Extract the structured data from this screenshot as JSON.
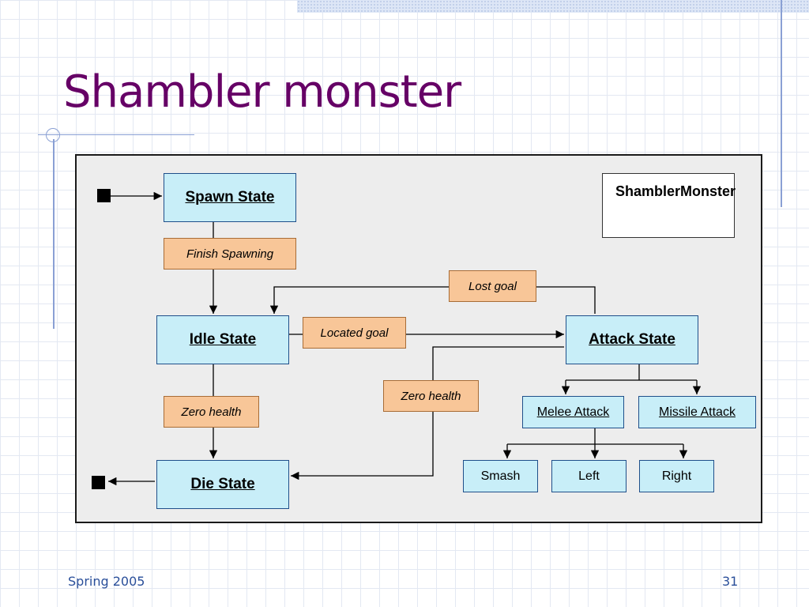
{
  "slide": {
    "title": "Shambler monster",
    "footer_left": "Spring 2005",
    "page_number": "31"
  },
  "diagram": {
    "legend_line1": "Shambler",
    "legend_line2": "Monster",
    "states": {
      "spawn": "Spawn State",
      "idle": "Idle State",
      "attack": "Attack State",
      "die": "Die State"
    },
    "events": {
      "finish_spawning": "Finish Spawning",
      "lost_goal": "Lost goal",
      "located_goal": "Located goal",
      "zero_health_idle": "Zero health",
      "zero_health_attack": "Zero health"
    },
    "substates": {
      "melee": "Melee Attack",
      "missile": "Missile Attack",
      "smash": "Smash",
      "left": "Left",
      "right": "Right"
    }
  },
  "colors": {
    "title": "#660066",
    "footer": "#2a4f9a",
    "state_fill": "#c8eef8",
    "event_fill": "#f8c698"
  }
}
